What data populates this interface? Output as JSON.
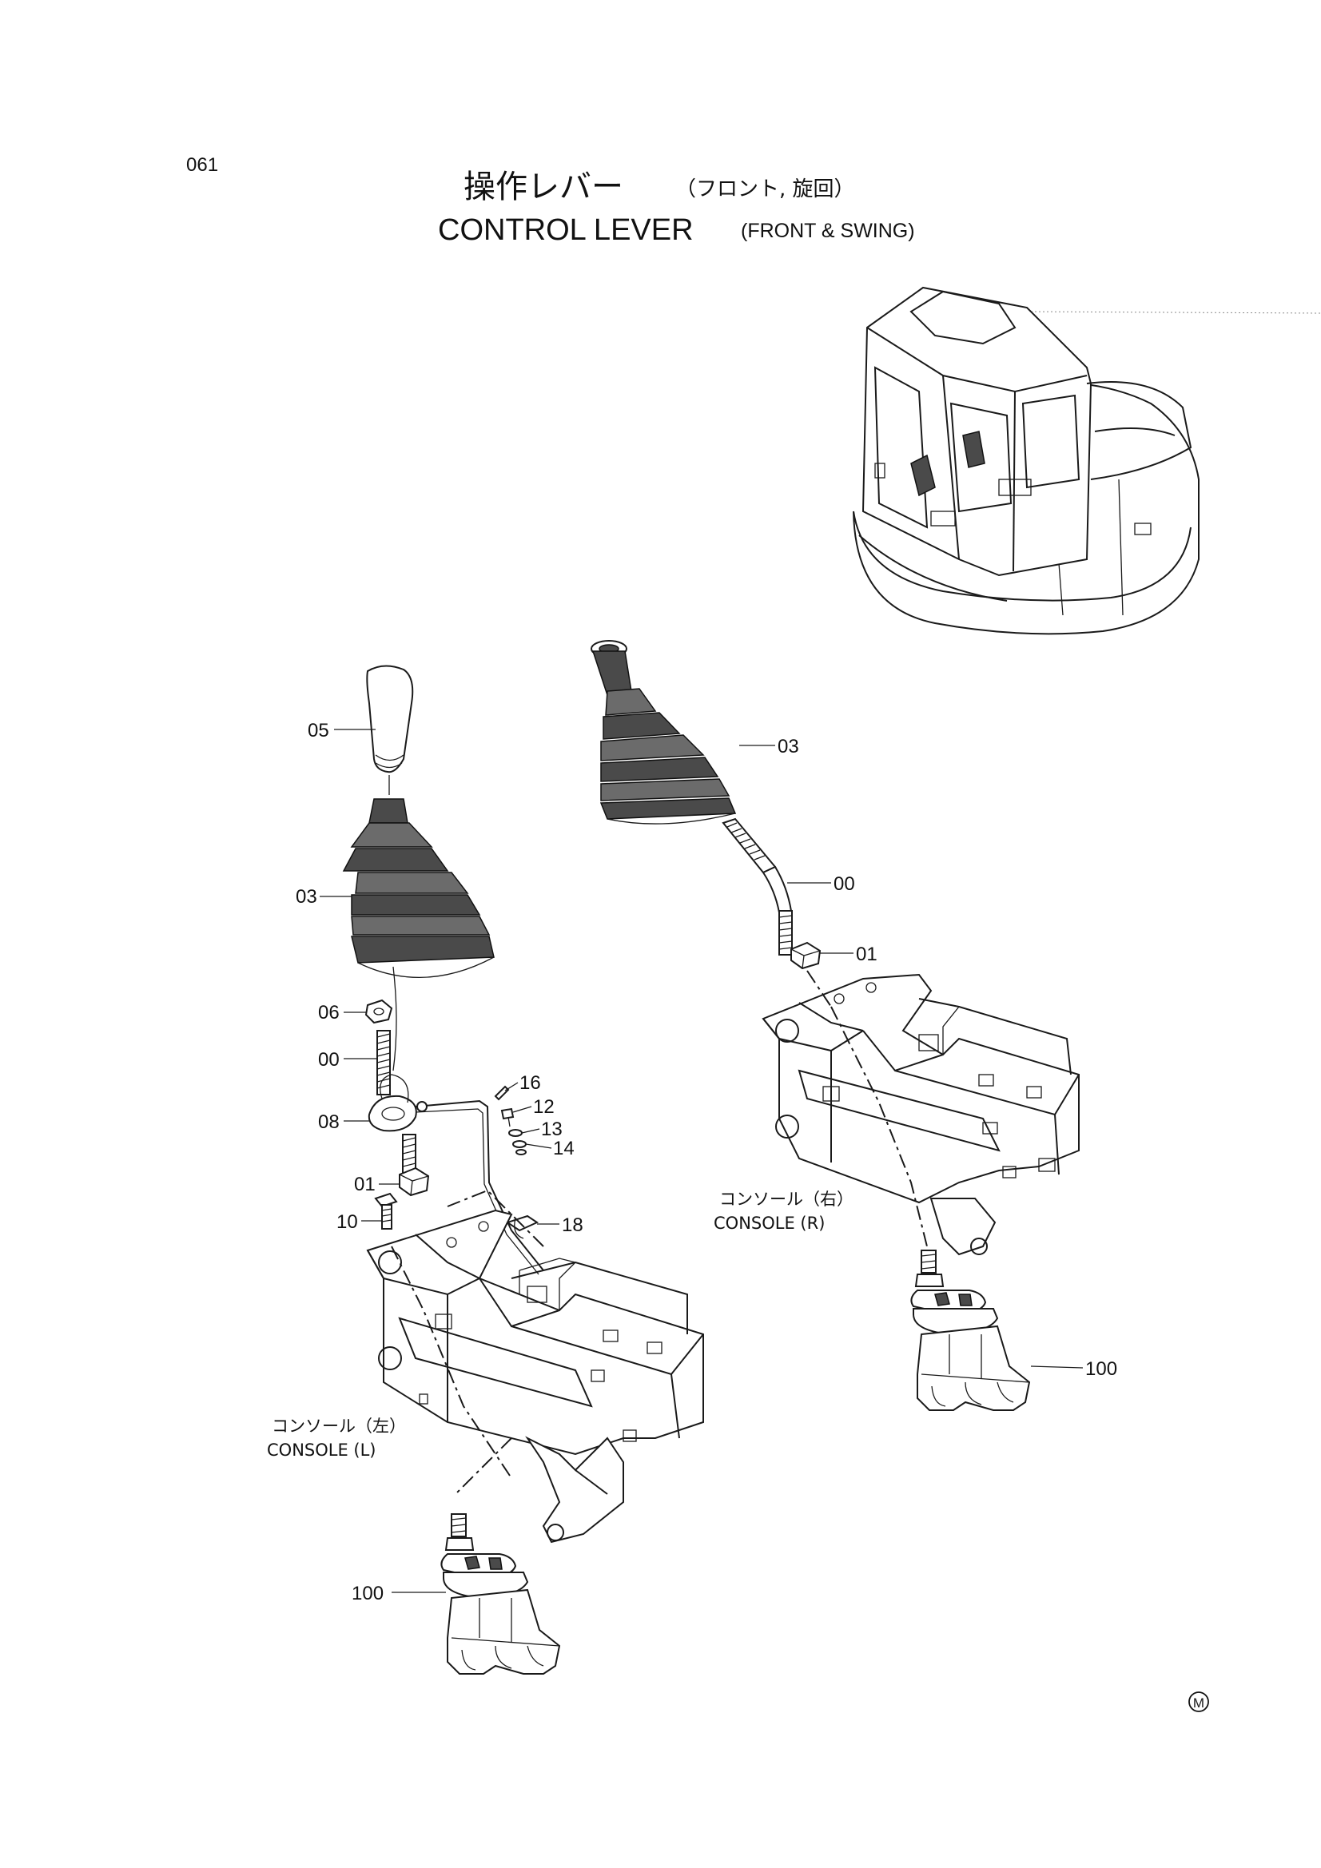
{
  "page_number": "061",
  "title": {
    "jp_main": "操作レバー",
    "jp_sub": "（フロント, 旋回）",
    "en_main": "CONTROL  LEVER",
    "en_sub": "(FRONT & SWING)"
  },
  "callouts_left": {
    "c05": "05",
    "c03": "03",
    "c06": "06",
    "c00": "00",
    "c08": "08",
    "c16": "16",
    "c12": "12",
    "c13": "13",
    "c14": "14",
    "c01": "01",
    "c10": "10",
    "c18": "18",
    "c100": "100"
  },
  "callouts_right": {
    "c03": "03",
    "c00": "00",
    "c01": "01",
    "c100": "100"
  },
  "console_left": {
    "jp": "コンソール（左）",
    "en": "CONSOLE (L)"
  },
  "console_right": {
    "jp": "コンソール（右）",
    "en": "CONSOLE (R)"
  },
  "mark": "M"
}
